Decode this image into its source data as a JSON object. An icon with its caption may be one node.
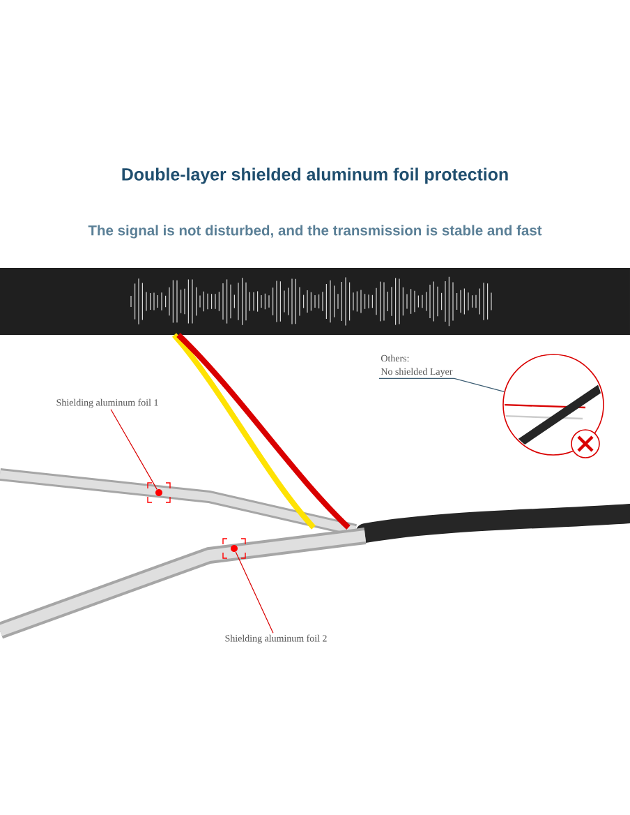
{
  "diagram": {
    "title": "Double-layer shielded aluminum foil protection",
    "nodes": [
      {
        "text": [
          "Shielding aluminum foil 1"
        ]
      },
      {
        "text": [],
        "shape": "circle"
      },
      {
        "text": [
          "Shielding aluminum foil 2"
        ]
      },
      {
        "text": [],
        "shape": "circle"
      },
      {
        "text": [
          "Others:",
          "No shielded Layer"
        ]
      },
      {
        "text": [],
        "shape": "picture"
      }
    ],
    "edges": [
      {
        "from": 0,
        "to": 1,
        "arrow": "none"
      },
      {
        "from": 2,
        "to": 3,
        "arrow": "none"
      },
      {
        "from": 4,
        "to": 5,
        "arrow": "none",
        "color": "#3c5d73"
      }
    ],
    "labels": [
      "The signal is not disturbed, and the transmission is stable and fast"
    ]
  }
}
